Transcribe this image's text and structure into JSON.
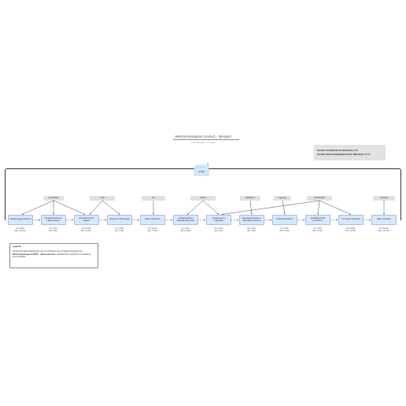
{
  "title": "Wertstromanalyse (Vorher) – Beispiel",
  "subtitle": "Autor: Beispiel · 1.1.2024",
  "totals": {
    "lead_time_label": "Gesamt-Vorlaufzeit (in Minuten):",
    "lead_time_value": "159",
    "process_time_label": "Gesamt-Wertschöpfungszeit (in Minuten):",
    "process_time_value": "22,57"
  },
  "customer": "Kunde",
  "roles": [
    "Vertrieb/Fax",
    "CRM",
    "Jira",
    "Jobtool",
    "ERP/Excel",
    "Lagerung",
    "Excel/E-Mail",
    "Ausgang"
  ],
  "steps": [
    "Auftrag entgegennehmen",
    "Arbeitsinformationen dokumentieren",
    "Prüfung/Korrektur anlegen",
    "Auftrag im CRM anlegen",
    "Daten aufbereiten",
    "Auftragsdetails im Arbeitsbereich prüfen",
    "Vorgang an den Lagerplatz",
    "Bereitstellung Ware in Ware/Ware einrichten",
    "Auftrag abschließen",
    "Qualitätskontrolle durchführen",
    "An Versand übergeben",
    "Ware versenden"
  ],
  "times": [
    {
      "va": "VZ: 8 Min.",
      "wz": "WZ: 0,33 Min."
    },
    {
      "va": "VZ: 8 Min.",
      "wz": "WZ: 2 Min."
    },
    {
      "va": "VZ: 24 Min.",
      "wz": "WZ: 1,5 Min."
    },
    {
      "va": "VZ: 12 Min.",
      "wz": "WZ: 1 Min."
    },
    {
      "va": "VZ: 16 Min.",
      "wz": "WZ: 2,5 Min."
    },
    {
      "va": "VZ: 8 Min.",
      "wz": "WZ: 1,5 Min."
    },
    {
      "va": "VZ: 24 Min.",
      "wz": "WZ: 4 Min."
    },
    {
      "va": "VZ: 12 Min.",
      "wz": "WZ: 3 Min."
    },
    {
      "va": "VZ: 8 Min.",
      "wz": "WZ: 0,5 Min."
    },
    {
      "va": "VZ: 8 Min.",
      "wz": "WZ: 1,5 Min."
    },
    {
      "va": "VZ: 16 Min.",
      "wz": "WZ: 4,5 Min."
    },
    {
      "va": "VZ: 16 Min.",
      "wz": "WZ: 0,24 Min."
    }
  ],
  "legend": {
    "heading": "Legende",
    "line1": "Vorlaufzeit (Wert-Messende): die zur Erfüllung einer Aufgabe benötigt wird.",
    "line2_bold": "Wertschöpfungszeit (WZ) – Value-add time:",
    "line2_rest": "tatsächliche Arbeitszeit zur Erfüllung einer Aufgabe."
  },
  "colors": {
    "step_fill": "#d6e8fb",
    "step_border": "#9fc2ea",
    "role_fill": "#e0e0e0",
    "totals_fill": "#e2e2e2"
  },
  "icons": {
    "customer": "factory-icon"
  }
}
